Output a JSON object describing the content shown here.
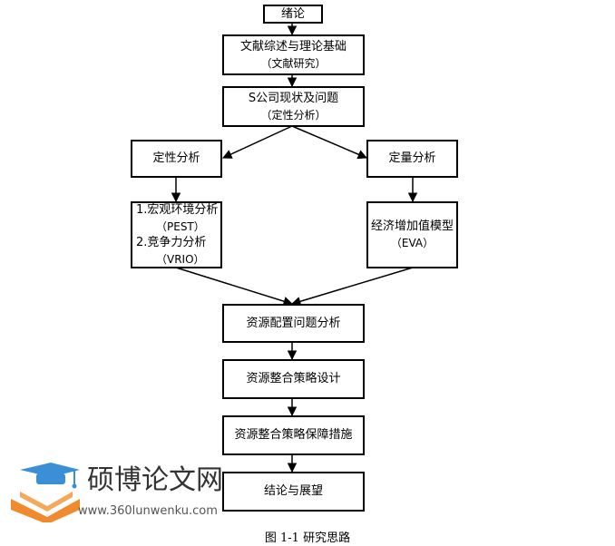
{
  "nodes": {
    "intro": {
      "label": "绪论"
    },
    "literature": {
      "line1": "文献综述与理论基础",
      "line2": "（文献研究）"
    },
    "status": {
      "line1": "S公司现状及问题",
      "line2": "（定性分析）"
    },
    "qualitative": {
      "label": "定性分析"
    },
    "quantitative": {
      "label": "定量分析"
    },
    "methods": {
      "item1": "1.宏观环境分析",
      "item1_sub": "（PEST）",
      "item2": "2.竞争力分析",
      "item2_sub": "（VRIO）"
    },
    "eva": {
      "line1": "经济增加值模型",
      "line2": "（EVA）"
    },
    "allocation": {
      "label": "资源配置问题分析"
    },
    "design": {
      "label": "资源整合策略设计"
    },
    "safeguard": {
      "label": "资源整合策略保障措施"
    },
    "conclusion": {
      "label": "结论与展望"
    }
  },
  "watermark": {
    "title": "硕博论文网",
    "url": "www.360lunwenku.com",
    "colors": {
      "logo_blue": "#3a8fd6",
      "logo_orange": "#f08a2c"
    }
  },
  "caption": "图 1-1  研究思路"
}
